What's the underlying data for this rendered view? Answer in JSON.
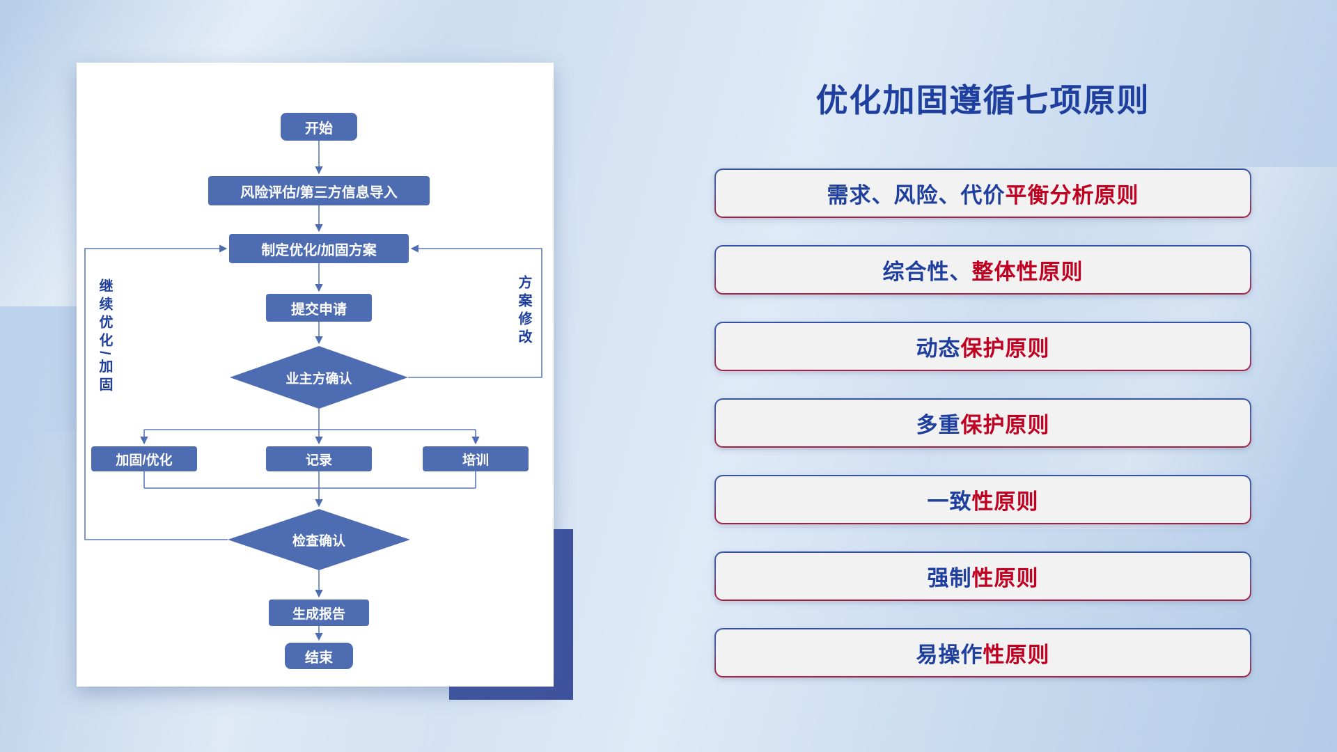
{
  "title": "优化加固遵循七项原则",
  "colors": {
    "navy": "#1f3f9e",
    "red": "#c00020",
    "node_blue": "#4e6cb2",
    "line_blue": "#5b79bc",
    "accent_block": "#3f539e",
    "border_top": "#3353a4",
    "border_bottom": "#aa1f3e",
    "card_bg": "#ffffff",
    "principle_bg": "#f2f2f3"
  },
  "flowchart": {
    "nodes": {
      "start": "开始",
      "risk_import": "风险评估/第三方信息导入",
      "plan": "制定优化/加固方案",
      "submit": "提交申请",
      "owner_confirm": "业主方确认",
      "harden": "加固/优化",
      "record": "记录",
      "training": "培训",
      "check_confirm": "检查确认",
      "report": "生成报告",
      "end": "结束"
    },
    "labels": {
      "continue_loop": "继续优化/加固",
      "revise_loop": "方案修改"
    }
  },
  "principles": [
    {
      "part1": "需求、风险、代价",
      "part2": "平衡分析原则"
    },
    {
      "part1": "综合性、",
      "part2": "整体性原则"
    },
    {
      "part1": "动态",
      "part2": "保护原则"
    },
    {
      "part1": "多重",
      "part2": "保护原则"
    },
    {
      "part1": "一致",
      "part2": "性原则"
    },
    {
      "part1": "强制",
      "part2": "性原则"
    },
    {
      "part1": "易操作",
      "part2": "性原则"
    }
  ]
}
